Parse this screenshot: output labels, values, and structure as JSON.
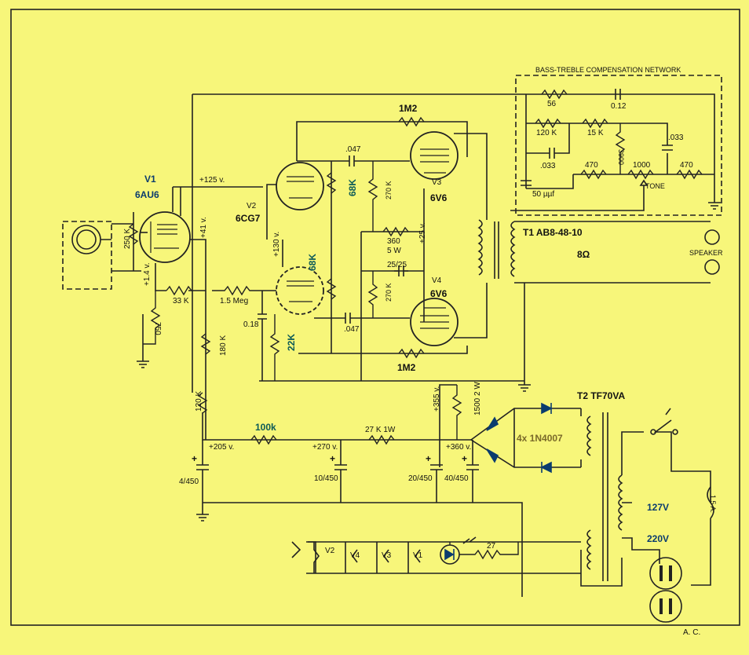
{
  "network": {
    "title": "BASS-TREBLE COMPENSATION NETWORK"
  },
  "tubes": {
    "v1": {
      "ref": "V1",
      "type": "6AU6"
    },
    "v2": {
      "ref": "V2",
      "type": "6CG7"
    },
    "v3": {
      "ref": "V3",
      "type": "6V6"
    },
    "v4": {
      "ref": "V4",
      "type": "6V6"
    }
  },
  "resistors": {
    "r_1m2_top": "1M2",
    "r_1m2_bot": "1M2",
    "r_56": "56",
    "r_120k_net": "120 K",
    "r_15k": "15 K",
    "r_3900": "3900",
    "r_470a": "470",
    "r_1000": "1000",
    "r_470b": "470",
    "r_250k": "250 K",
    "r_33k": "33 K",
    "r_750": "750",
    "r_1_5meg": "1.5 Meg",
    "r_68k_a": "68K",
    "r_68k_b": "68K",
    "r_22k": "22K",
    "r_270k_a": "270 K",
    "r_270k_b": "270 K",
    "r_360": "360",
    "r_360w": "5 W",
    "r_180k": "180 K",
    "r_120k": "120 K",
    "r_100k": "100k",
    "r_27k": "27 K 1W",
    "r_1500": "1500 2 W",
    "r_27": "27"
  },
  "capacitors": {
    "c_012": "0.12",
    "c_033a": ".033",
    "c_033b": ".033",
    "c_50": "50 µµf",
    "c_047a": ".047",
    "c_047b": ".047",
    "c_2525": "25/25",
    "c_018": "0.18",
    "c_4450": "4/450",
    "c_10450": "10/450",
    "c_20450": "20/450",
    "c_40450": "40/450"
  },
  "voltages": {
    "v125": "+125 v.",
    "v41": "+41 v.",
    "v14": "+1.4 v.",
    "v130": "+130 v.",
    "v25": "+25 v.",
    "v355": "+355 v.",
    "v205": "+205 v.",
    "v270": "+270 v.",
    "v360": "+360 v."
  },
  "transformers": {
    "t1": "T1 AB8-48-10",
    "t1_imp": "8Ω",
    "t2": "T2  TF70VA"
  },
  "diodes": {
    "label": "4x 1N4007"
  },
  "mains": {
    "v127": "127V",
    "v220": "220V",
    "fuse": "1.5 A.",
    "ac": "A. C."
  },
  "misc": {
    "tone": "TONE",
    "speaker": "SPEAKER"
  },
  "heaters": {
    "v2": "V2",
    "v4": "V4",
    "v3": "V3",
    "v1": "V1"
  }
}
